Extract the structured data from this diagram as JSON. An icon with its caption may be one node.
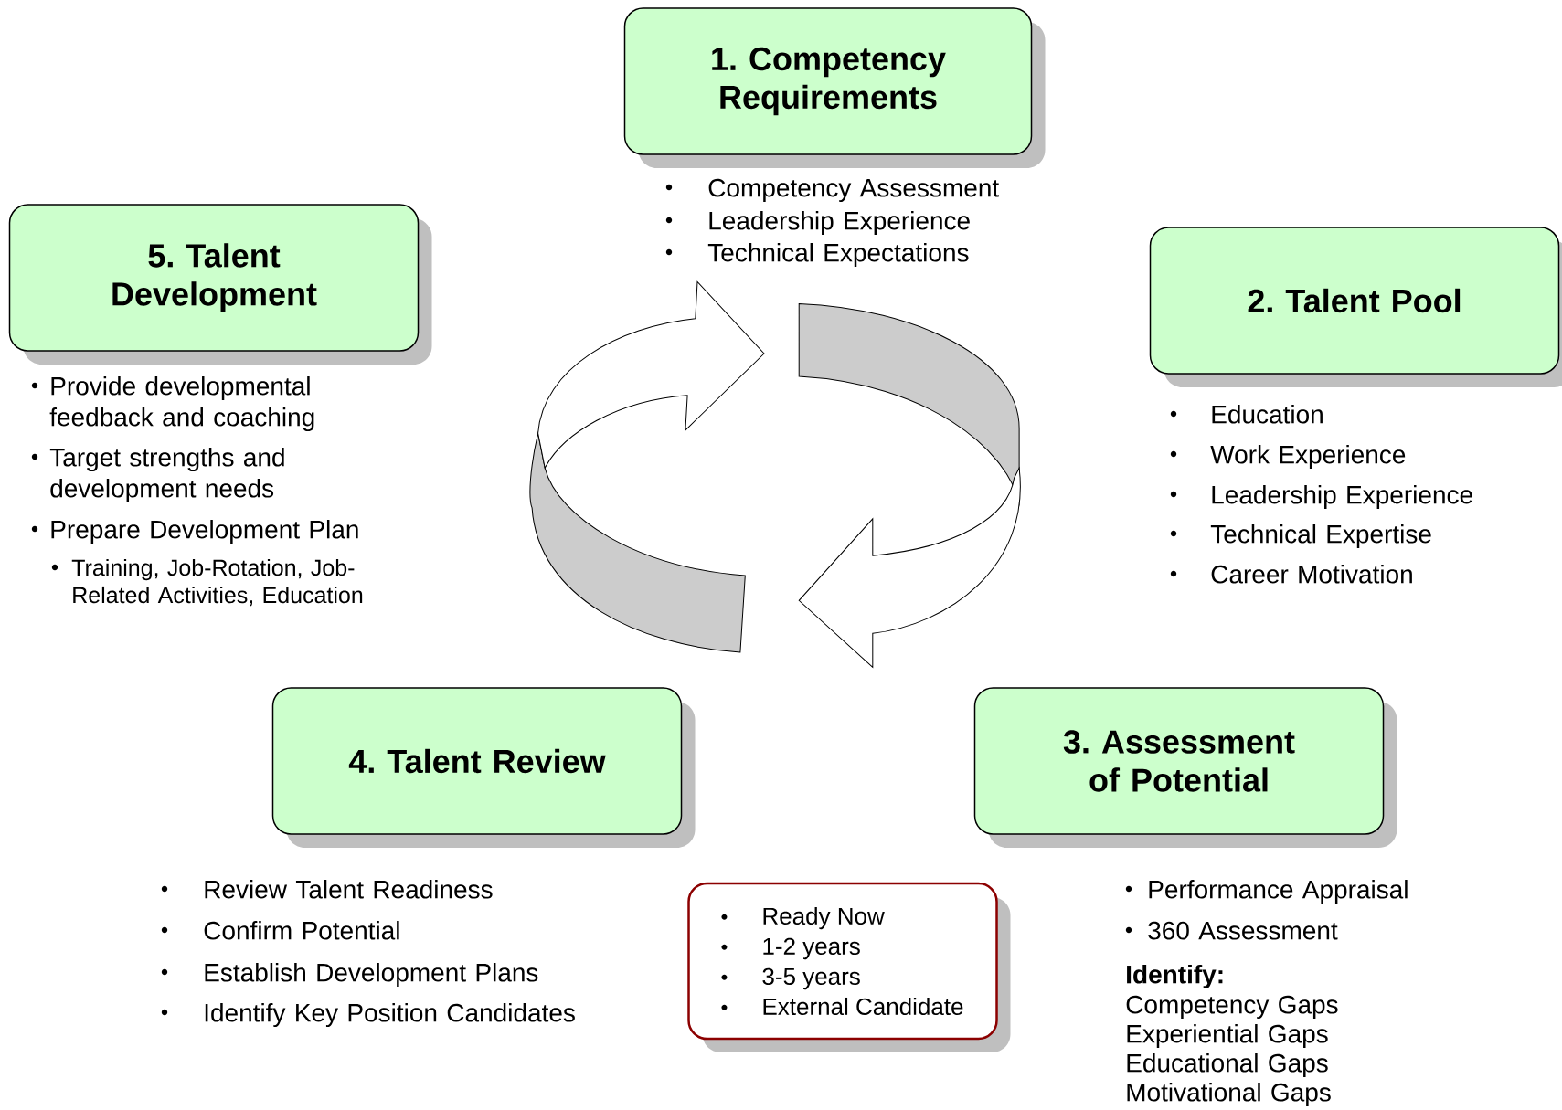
{
  "diagram": {
    "nodes": [
      {
        "text": [
          "1. Competency Requirements"
        ],
        "beside": [
          "Competency Assessment",
          "Leadership Experience",
          "Technical Expectations"
        ]
      },
      {
        "text": [
          "2. Talent Pool"
        ],
        "beside": [
          "Education",
          "Work Experience",
          "Leadership Experience",
          "Technical Expertise",
          "Career Motivation"
        ]
      },
      {
        "text": [
          "3. Assessment of Potential"
        ],
        "beside": [
          "Performance Appraisal",
          "360 Assessment",
          "Identify:",
          "Competency Gaps",
          "Experiential Gaps",
          "Educational Gaps",
          "Motivational Gaps"
        ]
      },
      {
        "text": [
          "4. Talent Review"
        ],
        "beside": [
          "Review Talent Readiness",
          "Confirm Potential",
          "Establish Development Plans",
          "Identify Key Position Candidates"
        ]
      },
      {
        "text": [
          "5. Talent Development"
        ],
        "beside": [
          "Provide developmental feedback and coaching",
          "Target strengths and development needs",
          "Prepare Development Plan",
          "Training, Job-Rotation, Job-Related Activities, Education"
        ]
      },
      {
        "text": [
          "Ready Now",
          "1-2 years",
          "3-5 years",
          "External Candidate"
        ]
      }
    ]
  }
}
